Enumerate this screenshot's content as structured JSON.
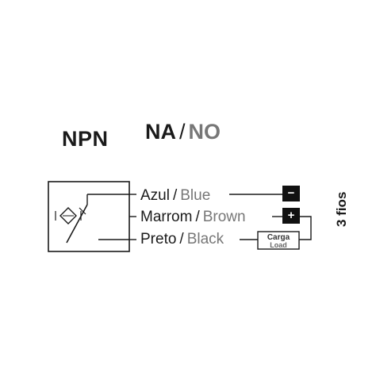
{
  "title": {
    "type": "NPN",
    "mode_pt": "NA",
    "mode_separator": "/",
    "mode_en": "NO"
  },
  "wires": [
    {
      "pt": "Azul",
      "separator": "/",
      "en": "Blue"
    },
    {
      "pt": "Marrom",
      "separator": "/",
      "en": "Brown"
    },
    {
      "pt": "Preto",
      "separator": "/",
      "en": "Black"
    }
  ],
  "terminals": {
    "negative": "−",
    "positive": "+"
  },
  "load": {
    "pt": "Carga",
    "en": "Load"
  },
  "wire_count": "3 fios",
  "colors": {
    "ink": "#1a1a1a",
    "secondary_text": "#777777",
    "terminal_fill": "#111111"
  }
}
